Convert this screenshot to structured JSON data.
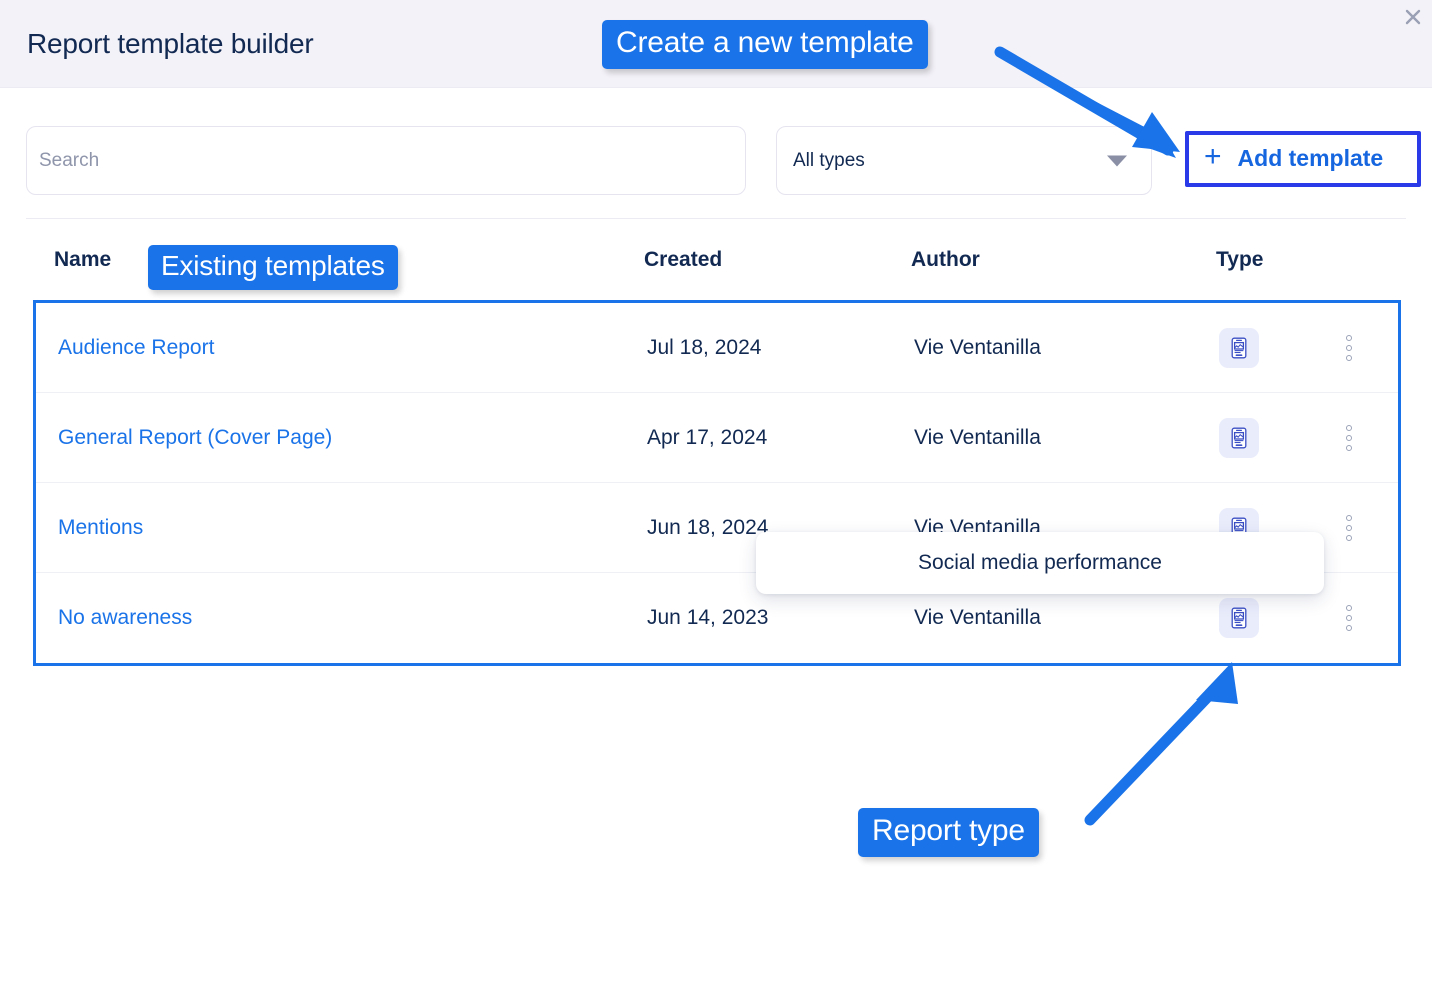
{
  "header": {
    "title": "Report template builder",
    "close_icon": "close-icon"
  },
  "toolbar": {
    "search_placeholder": "Search",
    "search_value": "",
    "type_filter_value": "All types",
    "type_filter_options": [
      "All types"
    ],
    "add_template_label": "Add template",
    "add_template_plus": "+"
  },
  "table": {
    "columns": [
      "Name",
      "Created",
      "Author",
      "Type"
    ],
    "rows": [
      {
        "name": "Audience Report",
        "created": "Jul 18, 2024",
        "author": "Vie Ventanilla",
        "type_icon": "mobile-report-icon"
      },
      {
        "name": "General Report (Cover Page)",
        "created": "Apr 17, 2024",
        "author": "Vie Ventanilla",
        "type_icon": "mobile-report-icon"
      },
      {
        "name": "Mentions",
        "created": "Jun 18, 2024",
        "author": "Vie Ventanilla",
        "type_icon": "mobile-report-icon"
      },
      {
        "name": "No awareness",
        "created": "Jun 14, 2023",
        "author": "Vie Ventanilla",
        "type_icon": "mobile-report-icon"
      }
    ]
  },
  "tooltip": {
    "text": "Social media performance"
  },
  "annotations": {
    "create_new_template": "Create a new template",
    "existing_templates": "Existing templates",
    "report_type": "Report type"
  },
  "colors": {
    "accent_blue": "#1a73e8",
    "highlight_indigo": "#2b3ae8",
    "header_bg": "#f3f2f8",
    "text_navy": "#122a52",
    "placeholder_gray": "#8f95ab",
    "icon_chip_bg": "#e9ecfb"
  }
}
